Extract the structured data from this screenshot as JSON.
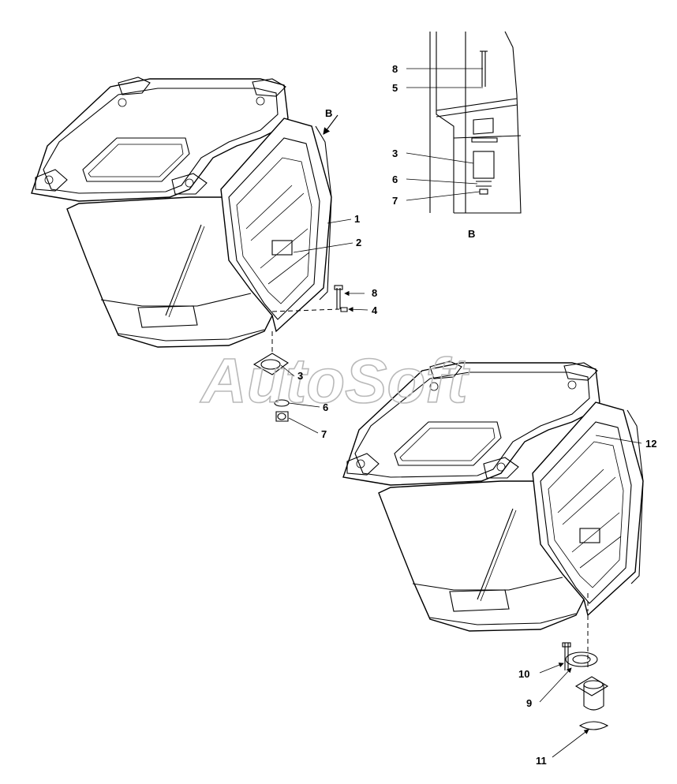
{
  "view": {
    "marker": "B",
    "detail_caption": "B"
  },
  "watermark": "AutoSoft",
  "callouts": {
    "detail": [
      "8",
      "5",
      "3",
      "6",
      "7"
    ],
    "cab1": [
      "1",
      "2",
      "8",
      "4",
      "3",
      "6",
      "7"
    ],
    "cab2": [
      "12",
      "10",
      "9",
      "11"
    ]
  }
}
